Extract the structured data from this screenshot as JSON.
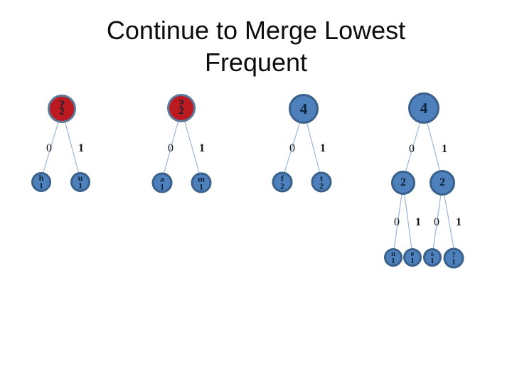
{
  "title": {
    "line1": "Continue to Merge Lowest",
    "line2": "Frequent"
  },
  "colors": {
    "background": "#FFFFFF",
    "title_text": "#0D0D0D",
    "label_text": "#111111",
    "node_text": "#0E2238",
    "node_blue": "#4E80BC",
    "node_blue_border": "#39618C",
    "node_red": "#BA1A20",
    "node_red_ring": "#5C7899",
    "edge_line": "#9BB6D8"
  },
  "trees": [
    {
      "root": {
        "label": "?",
        "count": "2"
      },
      "edge_labels": [
        "0",
        "1"
      ],
      "leaves": [
        {
          "label": "h",
          "count": "1"
        },
        {
          "label": "u",
          "count": "1"
        }
      ]
    },
    {
      "root": {
        "label": "?",
        "count": "2"
      },
      "edge_labels": [
        "0",
        "1"
      ],
      "leaves": [
        {
          "label": "a",
          "count": "1"
        },
        {
          "label": "m",
          "count": "1"
        }
      ]
    },
    {
      "root": {
        "label": "4"
      },
      "edge_labels": [
        "0",
        "1"
      ],
      "leaves": [
        {
          "label": "f",
          "count": "2"
        },
        {
          "label": "t",
          "count": "2"
        }
      ]
    },
    {
      "root": {
        "label": "4"
      },
      "edge_labels": [
        "0",
        "1"
      ],
      "internal": [
        {
          "label": "2"
        },
        {
          "label": "2"
        }
      ],
      "lower_edge_labels": [
        "0",
        "1",
        "0",
        "1"
      ],
      "leaves": [
        {
          "label": "n",
          "count": "1"
        },
        {
          "label": "e",
          "count": "1"
        },
        {
          "label": "s",
          "count": "1"
        },
        {
          "label": "?",
          "count": "1"
        }
      ]
    }
  ]
}
